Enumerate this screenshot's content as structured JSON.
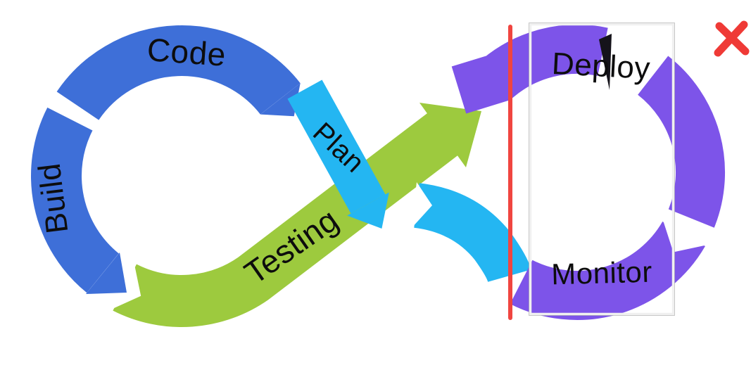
{
  "diagram": {
    "type": "devops-infinity-loop",
    "labels": {
      "code": "Code",
      "build": "Build",
      "plan": "Plan",
      "testing": "Testing",
      "deploy": "Deploy",
      "monitor": "Monitor"
    },
    "colors": {
      "blue": "#3e6fd8",
      "cyan": "#24b6f2",
      "green": "#9dca3e",
      "purple": "#7d54e9",
      "text": "#0d0d0d",
      "background": "#ffffff",
      "gap": "#ffffff",
      "dark_notch": "#15131a"
    },
    "annotations": {
      "red_line_color": "#f04540",
      "red_x_color": "#ef3a36",
      "box_border_color": "#f0f0f0",
      "box_outline_color": "#979797"
    }
  }
}
